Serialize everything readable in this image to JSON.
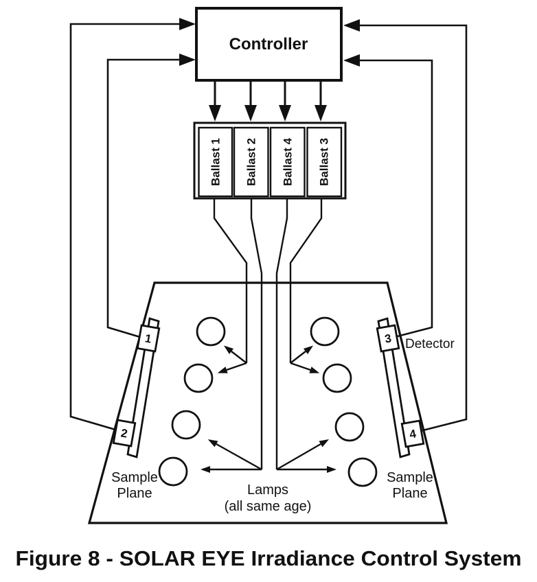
{
  "colors": {
    "ink": "#111111",
    "background": "#ffffff"
  },
  "figure": {
    "caption": "Figure 8 - SOLAR EYE Irradiance Control System",
    "controller_label": "Controller",
    "ballast_labels": [
      "Ballast 1",
      "Ballast 2",
      "Ballast 4",
      "Ballast 3"
    ],
    "detector_label": "Detector",
    "detector_numbers": [
      "1",
      "2",
      "3",
      "4"
    ],
    "lamps_label": "Lamps",
    "lamps_sublabel": "(all same age)",
    "sample_plane_line1": "Sample",
    "sample_plane_line2": "Plane"
  }
}
